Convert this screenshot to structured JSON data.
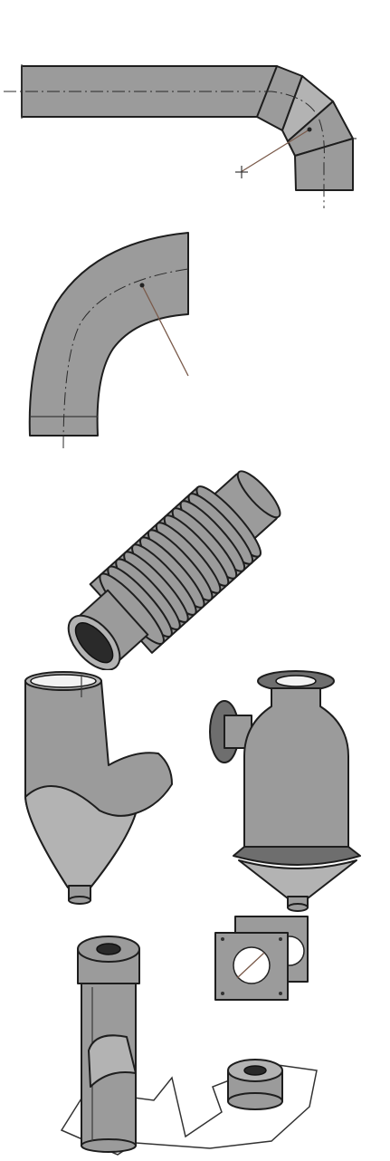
{
  "figures": [
    {
      "id": "segmented-bend",
      "icon": "segmented-elbow-duct-icon"
    },
    {
      "id": "smooth-bend",
      "icon": "smooth-elbow-duct-icon"
    },
    {
      "id": "bellows",
      "icon": "bellows-expansion-joint-icon"
    },
    {
      "id": "y-branch",
      "icon": "y-branch-hopper-icon"
    },
    {
      "id": "cyclone",
      "icon": "cyclone-separator-icon"
    },
    {
      "id": "chimney-set",
      "icon": "chimney-pipe-kit-icon"
    }
  ],
  "colors": {
    "steel": "#9b9b9b",
    "steel_light": "#b3b3b3",
    "steel_dark": "#6e6e6e",
    "outline": "#1e1e1e",
    "radius_line": "#7a5a4a",
    "background": "#ffffff"
  }
}
